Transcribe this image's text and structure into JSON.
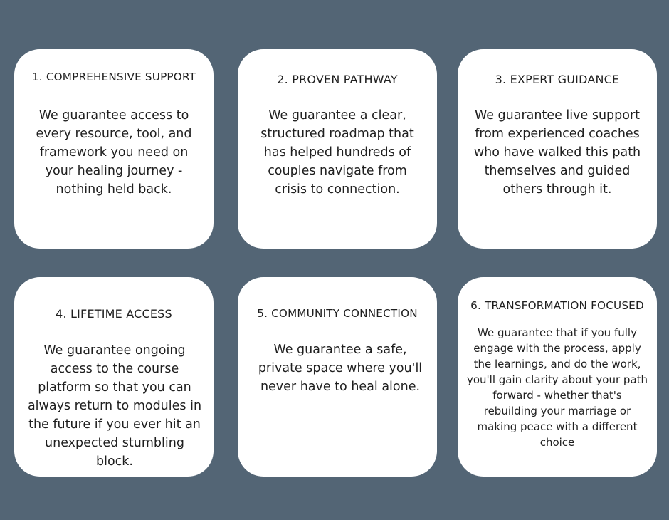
{
  "cards": [
    {
      "title": "1. COMPREHENSIVE SUPPORT",
      "body": "We guarantee access to every resource, tool, and framework you need on your healing journey - nothing held back."
    },
    {
      "title": "2. PROVEN PATHWAY",
      "body": "We guarantee a clear, structured roadmap that has helped hundreds of couples navigate from crisis to connection."
    },
    {
      "title": "3. EXPERT GUIDANCE",
      "body": "We guarantee live support from experienced coaches who have walked this path themselves and guided others through it."
    },
    {
      "title": "4. LIFETIME ACCESS",
      "body": "We guarantee ongoing access to the course platform so that you can always return to modules in the future if you ever hit an unexpected stumbling block."
    },
    {
      "title": "5. COMMUNITY CONNECTION",
      "body": "We guarantee a safe, private space where you'll never have to heal alone."
    },
    {
      "title": "6. TRANSFORMATION FOCUSED",
      "body": "We guarantee that if you fully engage with the process, apply the learnings, and do the work, you'll gain clarity about your path forward - whether that's rebuilding your marriage or making peace with a different choice"
    }
  ],
  "colors": {
    "background": "#536575",
    "card": "#ffffff",
    "text": "#1f1f1f"
  }
}
